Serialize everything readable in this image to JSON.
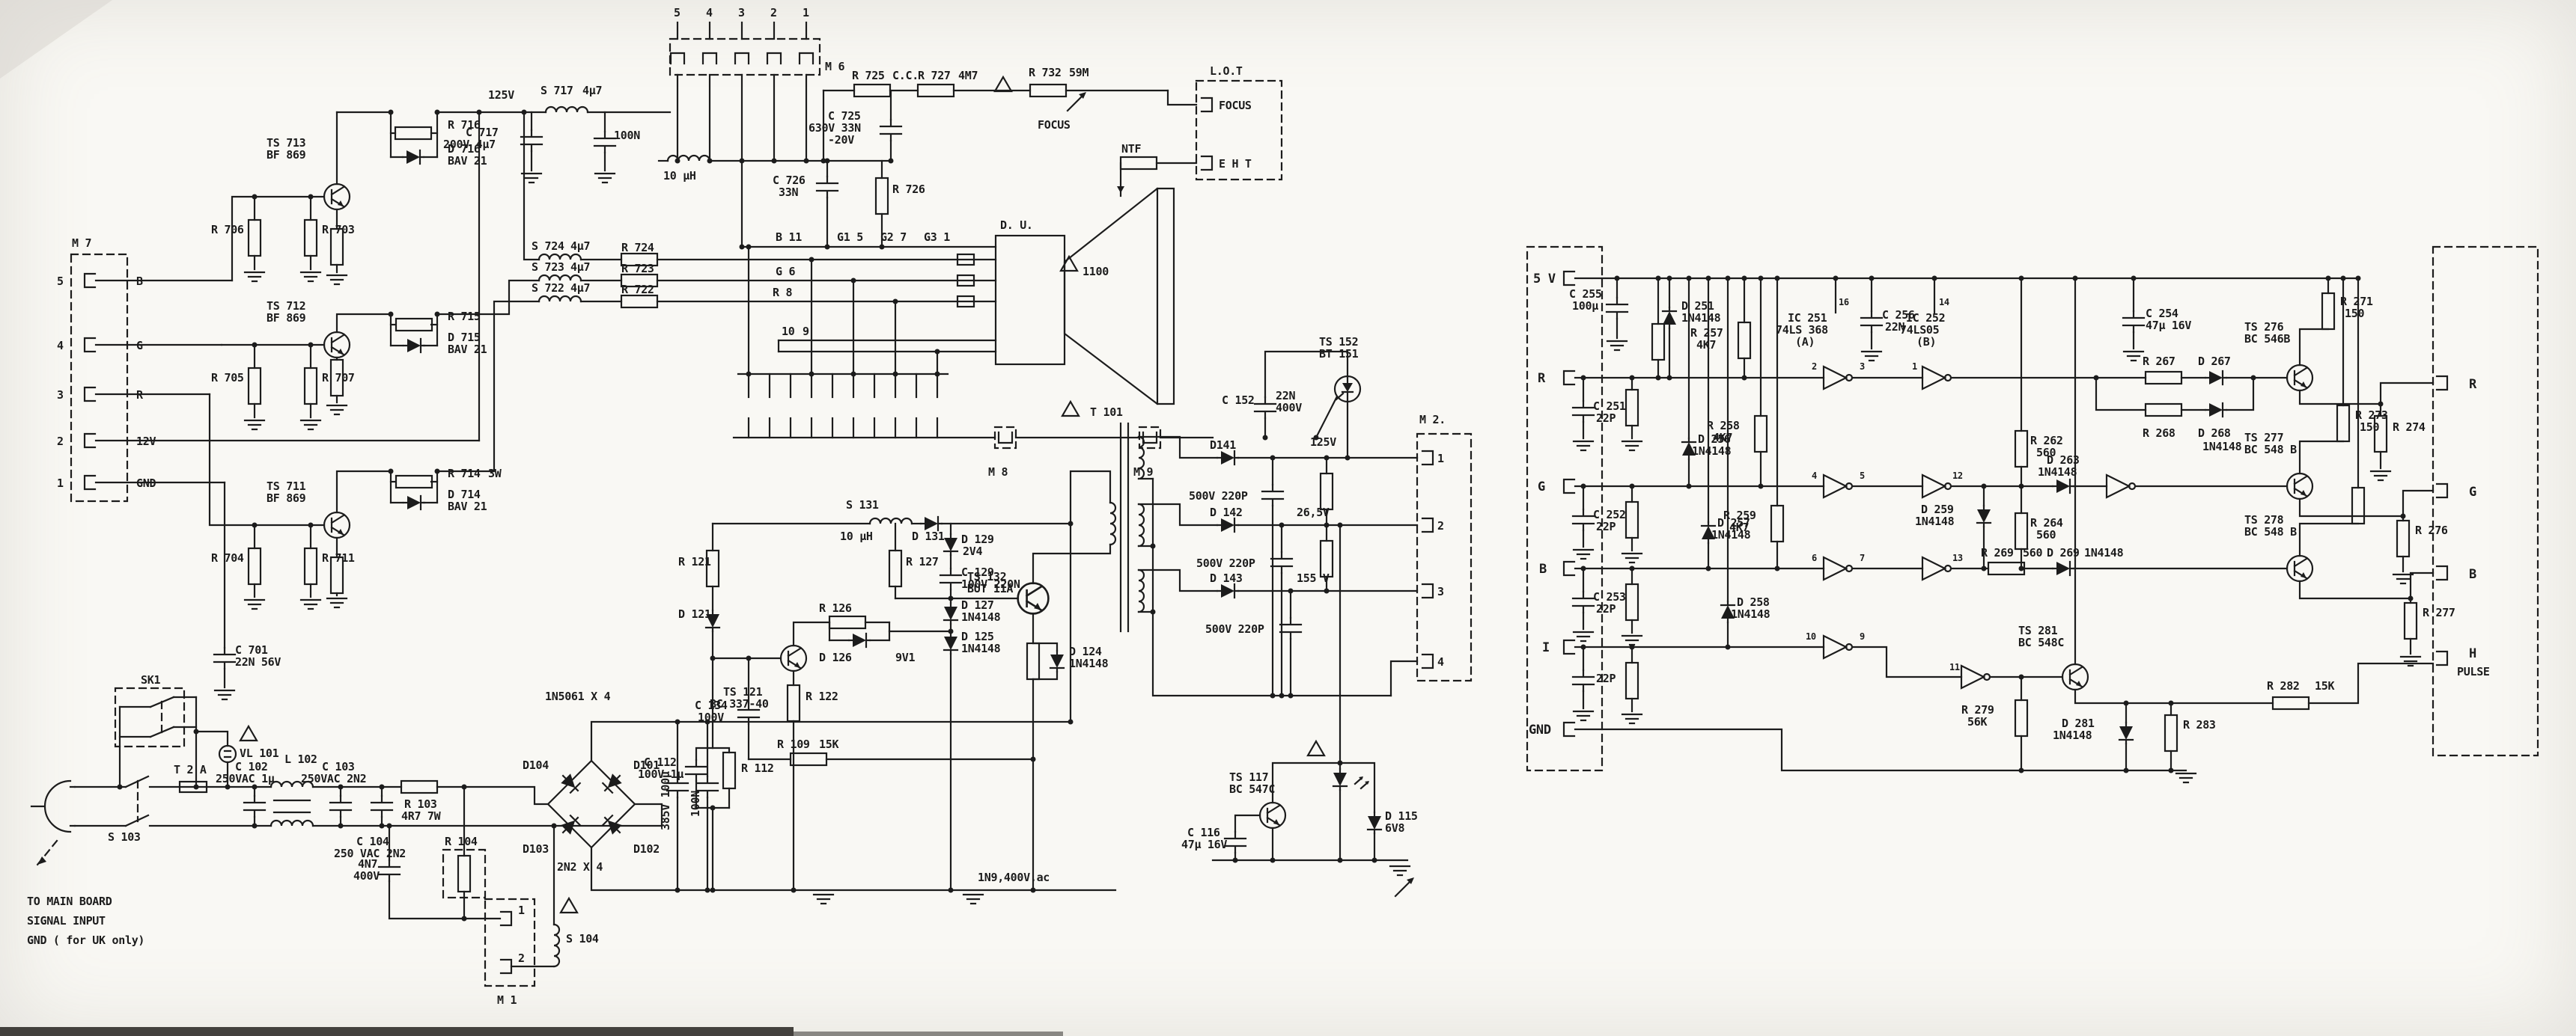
{
  "colors": {
    "ink": "#1c1c1c",
    "paper": "#f9f8f4"
  },
  "labels_format": "[text, x, y, fontSize?, rotate?]",
  "labels": [
    [
      "M 7",
      96,
      330
    ],
    [
      "5",
      76,
      381
    ],
    [
      "4",
      76,
      467
    ],
    [
      "3",
      76,
      533
    ],
    [
      "2",
      76,
      595
    ],
    [
      "1",
      76,
      651
    ],
    [
      "B",
      182,
      381
    ],
    [
      "G",
      182,
      467
    ],
    [
      "R",
      182,
      533
    ],
    [
      "12V",
      182,
      595
    ],
    [
      "GND",
      182,
      651
    ],
    [
      "TS 713",
      356,
      196
    ],
    [
      "BF 869",
      356,
      212
    ],
    [
      "TS 712",
      356,
      414
    ],
    [
      "BF 869",
      356,
      430
    ],
    [
      "TS 711",
      356,
      655
    ],
    [
      "BF 869",
      356,
      671
    ],
    [
      "R 716",
      598,
      172
    ],
    [
      "D 716",
      598,
      204
    ],
    [
      "BAV 21",
      598,
      220
    ],
    [
      "R 715",
      598,
      428
    ],
    [
      "D 715",
      598,
      456
    ],
    [
      "BAV 21",
      598,
      472
    ],
    [
      "R 714",
      598,
      638
    ],
    [
      "3W",
      652,
      638
    ],
    [
      "D 714",
      598,
      666
    ],
    [
      "BAV 21",
      598,
      682
    ],
    [
      "R 706",
      282,
      312
    ],
    [
      "R 703",
      430,
      312
    ],
    [
      "R 705",
      282,
      510
    ],
    [
      "R 707",
      430,
      510
    ],
    [
      "R 704",
      282,
      751
    ],
    [
      "R 711",
      430,
      751
    ],
    [
      "C 701",
      314,
      874
    ],
    [
      "22N 56V",
      314,
      890
    ],
    [
      "125V",
      652,
      132
    ],
    [
      "S 717",
      722,
      126
    ],
    [
      "4μ7",
      778,
      126
    ],
    [
      "C 717",
      622,
      182
    ],
    [
      "200V 4μ7",
      592,
      198
    ],
    [
      "100N",
      820,
      186
    ],
    [
      "10 μH",
      886,
      240
    ],
    [
      "5",
      900,
      22
    ],
    [
      "4",
      943,
      22
    ],
    [
      "3",
      986,
      22
    ],
    [
      "2",
      1029,
      22
    ],
    [
      "1",
      1072,
      22
    ],
    [
      "M 6",
      1102,
      94
    ],
    [
      "R 725",
      1138,
      106
    ],
    [
      "C.C.",
      1192,
      106
    ],
    [
      "R 727",
      1226,
      106
    ],
    [
      "4M7",
      1280,
      106
    ],
    [
      "R 732",
      1374,
      102
    ],
    [
      "59M",
      1428,
      102
    ],
    [
      "L.O.T",
      1616,
      100
    ],
    [
      "FOCUS",
      1628,
      146
    ],
    [
      "E H T",
      1628,
      224
    ],
    [
      "FOCUS",
      1386,
      172
    ],
    [
      "C 725",
      1106,
      160
    ],
    [
      "630V 33N",
      1080,
      176
    ],
    [
      "-20V",
      1106,
      192
    ],
    [
      "C 726",
      1032,
      246
    ],
    [
      "33N",
      1040,
      262
    ],
    [
      "R 726",
      1192,
      258
    ],
    [
      "NTF",
      1498,
      204
    ],
    [
      "S 724",
      710,
      334
    ],
    [
      "4μ7",
      762,
      334
    ],
    [
      "S 723",
      710,
      362
    ],
    [
      "4μ7",
      762,
      362
    ],
    [
      "S 722",
      710,
      390
    ],
    [
      "4μ7",
      762,
      390
    ],
    [
      "R 724",
      830,
      336
    ],
    [
      "R 723",
      830,
      364
    ],
    [
      "R 722",
      830,
      392
    ],
    [
      "B 11",
      1036,
      322
    ],
    [
      "G1 5",
      1118,
      322
    ],
    [
      "G2 7",
      1176,
      322
    ],
    [
      "G3 1",
      1234,
      322
    ],
    [
      "G 6",
      1036,
      368
    ],
    [
      "R 8",
      1032,
      396
    ],
    [
      "10",
      1044,
      448
    ],
    [
      "9",
      1072,
      448
    ],
    [
      "D. U.",
      1336,
      306
    ],
    [
      "1100",
      1446,
      368
    ],
    [
      "M 8",
      1320,
      636
    ],
    [
      "M 9",
      1514,
      636
    ],
    [
      "TS 152",
      1762,
      462
    ],
    [
      "BT 151",
      1762,
      478
    ],
    [
      "C 152",
      1632,
      540
    ],
    [
      "22N",
      1704,
      534
    ],
    [
      "400V",
      1704,
      550
    ],
    [
      "D141",
      1616,
      600
    ],
    [
      "500V 220P",
      1588,
      668
    ],
    [
      "125V",
      1750,
      596
    ],
    [
      "D 142",
      1616,
      690
    ],
    [
      "26,5V",
      1732,
      690
    ],
    [
      "500V 220P",
      1598,
      758
    ],
    [
      "D 143",
      1616,
      778
    ],
    [
      "155 V",
      1732,
      778
    ],
    [
      "500V 220P",
      1610,
      846
    ],
    [
      "M 2.",
      1896,
      566
    ],
    [
      "1",
      1920,
      618
    ],
    [
      "2",
      1920,
      708
    ],
    [
      "3",
      1920,
      796
    ],
    [
      "4",
      1920,
      890
    ],
    [
      "T 101",
      1456,
      556
    ],
    [
      "TS 132",
      1292,
      776
    ],
    [
      "BUT 11A",
      1292,
      792
    ],
    [
      "S 131",
      1130,
      680
    ],
    [
      "10 μH",
      1122,
      722
    ],
    [
      "D 131",
      1218,
      722
    ],
    [
      "D 129",
      1284,
      726
    ],
    [
      "2V4",
      1286,
      742
    ],
    [
      "C 129",
      1284,
      770
    ],
    [
      "100V 220N",
      1284,
      786
    ],
    [
      "D 127",
      1284,
      814
    ],
    [
      "1N4148",
      1284,
      830
    ],
    [
      "D 125",
      1284,
      856
    ],
    [
      "1N4148",
      1284,
      872
    ],
    [
      "R 127",
      1210,
      756
    ],
    [
      "R 126",
      1094,
      818
    ],
    [
      "D 126",
      1094,
      884
    ],
    [
      "9V1",
      1196,
      884
    ],
    [
      "TS 121",
      966,
      930
    ],
    [
      "BC 337-40",
      948,
      946
    ],
    [
      "R 122",
      1076,
      936
    ],
    [
      "R 121",
      906,
      756
    ],
    [
      "D 121",
      906,
      826
    ],
    [
      "C 134",
      928,
      948
    ],
    [
      "100V",
      932,
      964
    ],
    [
      "R 109",
      1038,
      1000
    ],
    [
      "15K",
      1094,
      1000
    ],
    [
      "C 112",
      860,
      1024
    ],
    [
      "100V 1μ",
      852,
      1040
    ],
    [
      "R 112",
      990,
      1032
    ],
    [
      "D 124",
      1428,
      876
    ],
    [
      "1N4148",
      1428,
      892
    ],
    [
      "1N9,400V.ac",
      1306,
      1178
    ],
    [
      "385V 100μ",
      894,
      1110,
      15,
      -90
    ],
    [
      "100N",
      934,
      1092,
      15,
      -90
    ],
    [
      "SK1",
      188,
      914
    ],
    [
      "VL 101",
      320,
      1012
    ],
    [
      "T 2 A",
      232,
      1034
    ],
    [
      "C 102",
      314,
      1030
    ],
    [
      "250VAC 1μ",
      288,
      1046
    ],
    [
      "L 102",
      380,
      1020
    ],
    [
      "S 103",
      144,
      1124
    ],
    [
      "C 103",
      430,
      1030
    ],
    [
      "250VAC 2N2",
      402,
      1046
    ],
    [
      "C 104",
      476,
      1130
    ],
    [
      "250 VAC 2N2",
      446,
      1146
    ],
    [
      "R 103",
      540,
      1080
    ],
    [
      "4R7 7W",
      536,
      1096
    ],
    [
      "R 104",
      594,
      1130
    ],
    [
      "4N7",
      478,
      1160
    ],
    [
      "400V",
      472,
      1176
    ],
    [
      "S 104",
      756,
      1260
    ],
    [
      "M 1",
      664,
      1342
    ],
    [
      "1",
      692,
      1222
    ],
    [
      "2",
      692,
      1286
    ],
    [
      "TO MAIN BOARD",
      36,
      1210
    ],
    [
      "SIGNAL INPUT",
      36,
      1236
    ],
    [
      "GND ( for UK only)",
      36,
      1262
    ],
    [
      "1N5061 X 4",
      728,
      936
    ],
    [
      "D104",
      698,
      1028
    ],
    [
      "D101",
      846,
      1028
    ],
    [
      "D103",
      698,
      1140
    ],
    [
      "D102",
      846,
      1140
    ],
    [
      "2N2 X 4",
      744,
      1164
    ],
    [
      "TS 117",
      1642,
      1044
    ],
    [
      "BC 547C",
      1642,
      1060
    ],
    [
      "C 116",
      1586,
      1118
    ],
    [
      "47μ 16V",
      1578,
      1134
    ],
    [
      "D 115",
      1850,
      1096
    ],
    [
      "6V8",
      1850,
      1112
    ],
    [
      "5 V",
      2048,
      378,
      17
    ],
    [
      "R",
      2054,
      511,
      17
    ],
    [
      "G",
      2054,
      656,
      17
    ],
    [
      "B",
      2056,
      766,
      17
    ],
    [
      "I",
      2060,
      871,
      17
    ],
    [
      "GND",
      2042,
      981,
      17
    ],
    [
      "C 255",
      2096,
      398
    ],
    [
      "100μ",
      2100,
      414
    ],
    [
      "D 251",
      2246,
      414
    ],
    [
      "1N4148",
      2246,
      430
    ],
    [
      "IC 251",
      2388,
      430
    ],
    [
      "74LS 368",
      2372,
      446
    ],
    [
      "(A)",
      2398,
      462
    ],
    [
      "C 256",
      2514,
      426
    ],
    [
      "22N",
      2518,
      442
    ],
    [
      "IC 252",
      2546,
      430
    ],
    [
      "74LS05",
      2538,
      446
    ],
    [
      "(B)",
      2560,
      462
    ],
    [
      "C 254",
      2866,
      424
    ],
    [
      "47μ 16V",
      2866,
      440
    ],
    [
      "C 251",
      2128,
      548
    ],
    [
      "22P",
      2132,
      564
    ],
    [
      "C 252",
      2128,
      693
    ],
    [
      "22P",
      2132,
      709
    ],
    [
      "C 253",
      2128,
      803
    ],
    [
      "22P",
      2132,
      819
    ],
    [
      "22P",
      2132,
      912
    ],
    [
      "D 256",
      2268,
      592
    ],
    [
      "1N4148",
      2260,
      608
    ],
    [
      "D 257",
      2294,
      704
    ],
    [
      "1N4148",
      2286,
      720
    ],
    [
      "D 258",
      2320,
      810
    ],
    [
      "1N4148",
      2312,
      826
    ],
    [
      "R 257",
      2258,
      450
    ],
    [
      "4K7",
      2266,
      466
    ],
    [
      "R 258",
      2280,
      574
    ],
    [
      "4K7",
      2288,
      590
    ],
    [
      "R 259",
      2302,
      694
    ],
    [
      "4K7",
      2310,
      710
    ],
    [
      "R 262",
      2712,
      594
    ],
    [
      "560",
      2720,
      610
    ],
    [
      "R 264",
      2712,
      704
    ],
    [
      "560",
      2720,
      720
    ],
    [
      "D 259",
      2566,
      686
    ],
    [
      "1N4148",
      2558,
      702
    ],
    [
      "D 263",
      2734,
      620
    ],
    [
      "1N4148",
      2722,
      636
    ],
    [
      "R 267",
      2862,
      488
    ],
    [
      "D 267",
      2936,
      488
    ],
    [
      "R 268",
      2862,
      584
    ],
    [
      "D 268",
      2936,
      584
    ],
    [
      "1N4148",
      2942,
      602
    ],
    [
      "R 269",
      2646,
      744
    ],
    [
      "560",
      2702,
      744
    ],
    [
      "D 269",
      2734,
      744
    ],
    [
      "1N4148",
      2784,
      744
    ],
    [
      "TS 276",
      2998,
      442
    ],
    [
      "BC 546B",
      2998,
      458
    ],
    [
      "TS 277",
      2998,
      590
    ],
    [
      "BC 548 B",
      2998,
      606
    ],
    [
      "TS 278",
      2998,
      700
    ],
    [
      "BC 548 B",
      2998,
      716
    ],
    [
      "TS 281",
      2696,
      848
    ],
    [
      "BC 548C",
      2696,
      864
    ],
    [
      "R 271",
      3126,
      408
    ],
    [
      "150",
      3132,
      424
    ],
    [
      "R 273",
      3146,
      560
    ],
    [
      "150",
      3152,
      576
    ],
    [
      "R 274",
      3196,
      576
    ],
    [
      "R 276",
      3226,
      714
    ],
    [
      "R 277",
      3236,
      824
    ],
    [
      "R 282",
      3028,
      922
    ],
    [
      "15K",
      3092,
      922
    ],
    [
      "R 283",
      2916,
      974
    ],
    [
      "D 281",
      2754,
      972
    ],
    [
      "1N4148",
      2742,
      988
    ],
    [
      "R 279",
      2620,
      954
    ],
    [
      "56K",
      2628,
      970
    ],
    [
      "R",
      3298,
      519,
      17
    ],
    [
      "G",
      3298,
      663,
      17
    ],
    [
      "B",
      3298,
      773,
      17
    ],
    [
      "H",
      3298,
      879,
      17
    ],
    [
      "PULSE",
      3282,
      903
    ],
    [
      "16",
      2456,
      408,
      12
    ],
    [
      "14",
      2590,
      408,
      12
    ],
    [
      "2",
      2420,
      494,
      12
    ],
    [
      "3",
      2484,
      494,
      12
    ],
    [
      "4",
      2420,
      640,
      12
    ],
    [
      "5",
      2484,
      640,
      12
    ],
    [
      "6",
      2420,
      750,
      12
    ],
    [
      "7",
      2484,
      750,
      12
    ],
    [
      "10",
      2412,
      855,
      12
    ],
    [
      "9",
      2484,
      855,
      12
    ],
    [
      "1",
      2554,
      494,
      12
    ],
    [
      "12",
      2608,
      640,
      12
    ],
    [
      "13",
      2608,
      750,
      12
    ],
    [
      "11",
      2604,
      896,
      12
    ]
  ]
}
